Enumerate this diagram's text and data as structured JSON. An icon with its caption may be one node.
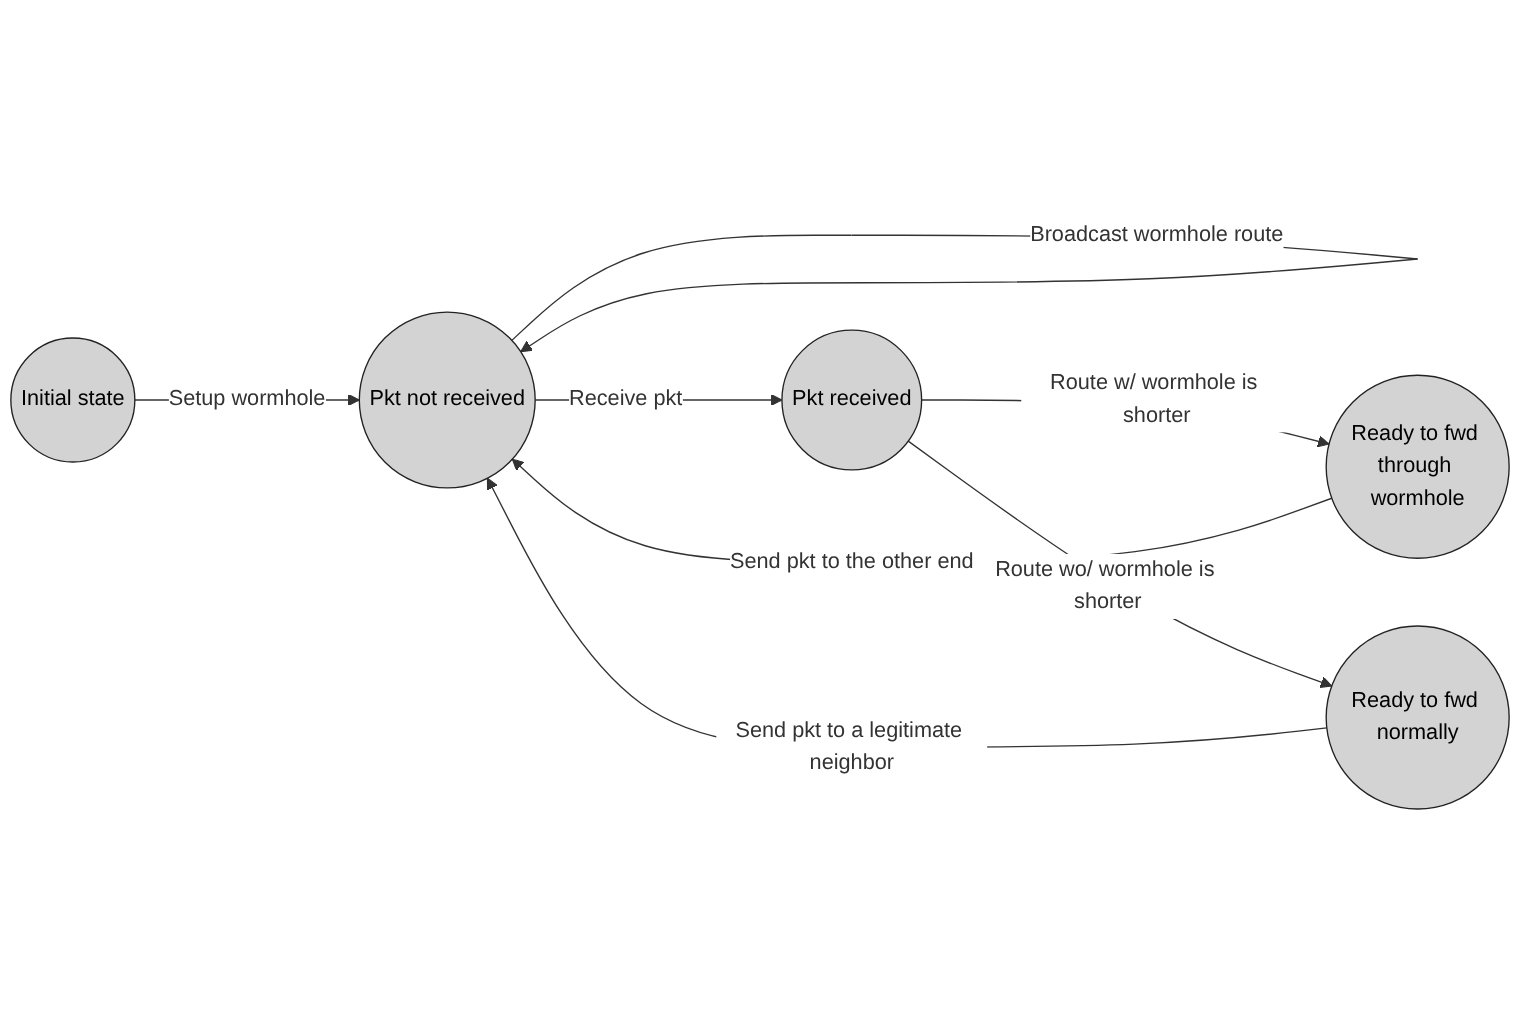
{
  "diagram": {
    "nodes": [
      {
        "text": [
          "Initial state"
        ]
      },
      {
        "text": [
          "Pkt not received"
        ]
      },
      {
        "text": [
          "Pkt received"
        ]
      },
      {
        "text": [
          "Ready to fwd through wormhole"
        ]
      },
      {
        "text": [
          "Ready to fwd normally"
        ]
      }
    ],
    "edges": [
      {
        "from": 0,
        "to": 1,
        "arrow": "to",
        "label": "Setup wormhole"
      },
      {
        "from": 1,
        "to": 1,
        "arrow": "to",
        "label": "Broadcast wormhole route"
      },
      {
        "from": 1,
        "to": 2,
        "arrow": "to",
        "label": "Receive pkt"
      },
      {
        "from": 2,
        "to": 3,
        "arrow": "to",
        "label": "Route w/ wormhole is shorter"
      },
      {
        "from": 2,
        "to": 4,
        "arrow": "to",
        "label": "Route wo/ wormhole is shorter"
      },
      {
        "from": 3,
        "to": 1,
        "arrow": "to",
        "label": "Send pkt to the other end"
      },
      {
        "from": 4,
        "to": 1,
        "arrow": "to",
        "label": "Send pkt to a legitimate neighbor"
      }
    ]
  }
}
